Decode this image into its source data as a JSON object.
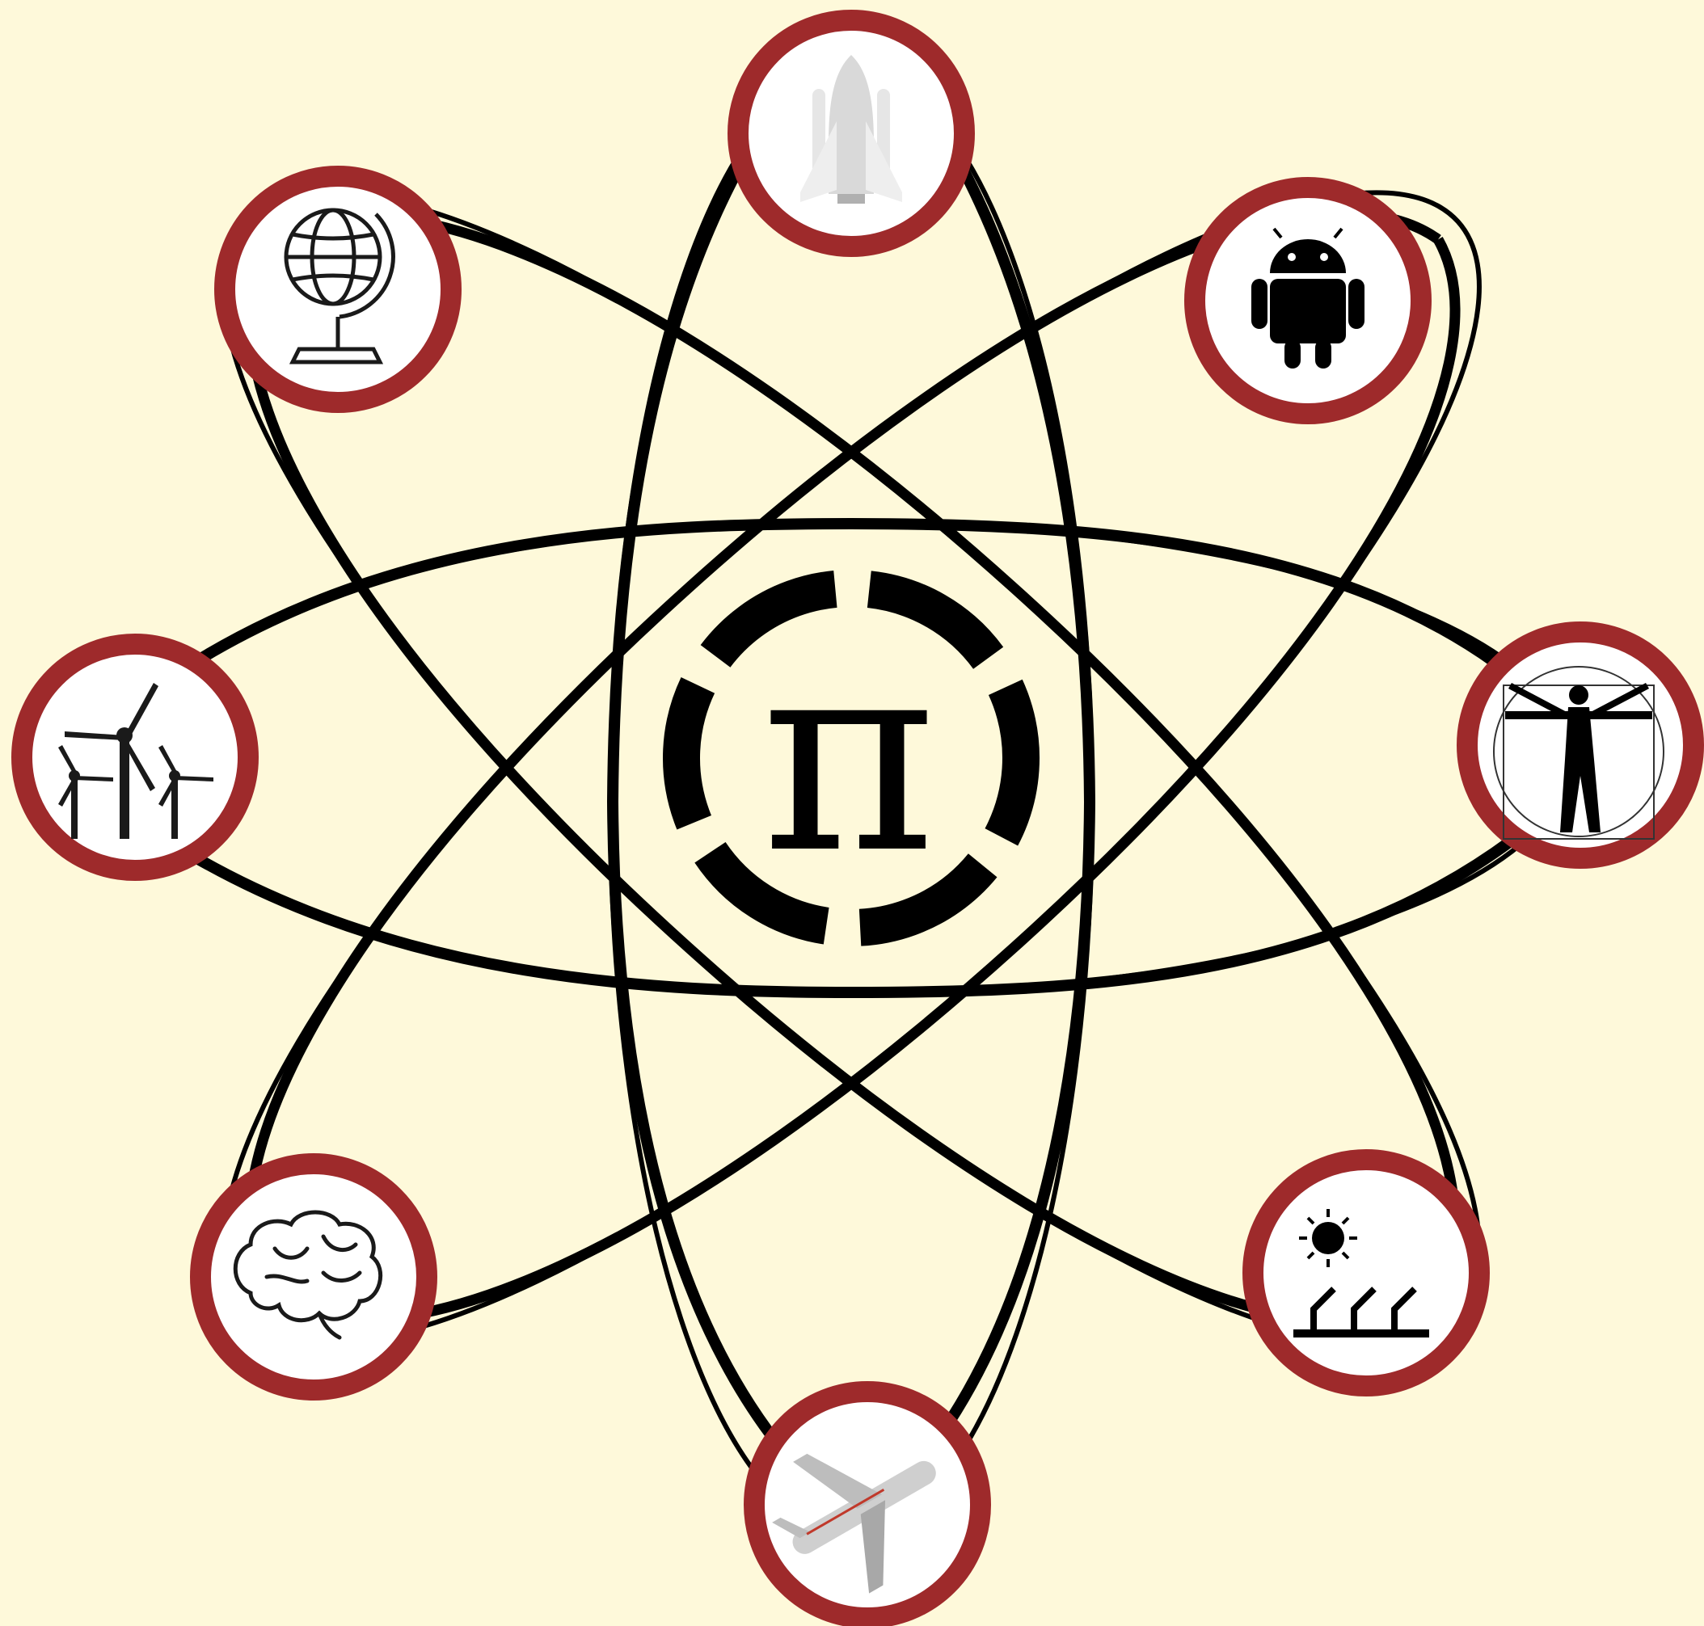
{
  "diagram": {
    "center_symbol": "π",
    "colors": {
      "background": "#fef9da",
      "node_ring": "#9e2a2b",
      "node_fill": "#ffffff",
      "orbit": "#000000",
      "icon_dark": "#1a1a1a",
      "icon_light": "#d9d9d9"
    },
    "nodes": [
      {
        "id": "space-shuttle",
        "icon": "space-shuttle-icon"
      },
      {
        "id": "android",
        "icon": "android-icon"
      },
      {
        "id": "vitruvian-man",
        "icon": "vitruvian-man-icon"
      },
      {
        "id": "solar-panels",
        "icon": "solar-panels-icon"
      },
      {
        "id": "airplane",
        "icon": "airplane-icon"
      },
      {
        "id": "brain",
        "icon": "brain-icon"
      },
      {
        "id": "wind-turbines",
        "icon": "wind-turbines-icon"
      },
      {
        "id": "globe",
        "icon": "globe-icon"
      }
    ]
  }
}
